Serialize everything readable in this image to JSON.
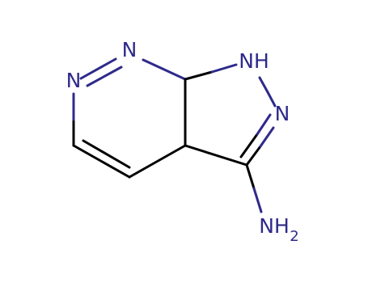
{
  "colors": {
    "background": "#ffffff",
    "carbon_bond": "#000000",
    "nitrogen": "#2e2a8a"
  },
  "atoms": {
    "n_top": "N",
    "n_left": "N",
    "nh_text": "NH",
    "n_right": "N",
    "nh2_text": "NH",
    "nh2_sub": "2"
  }
}
